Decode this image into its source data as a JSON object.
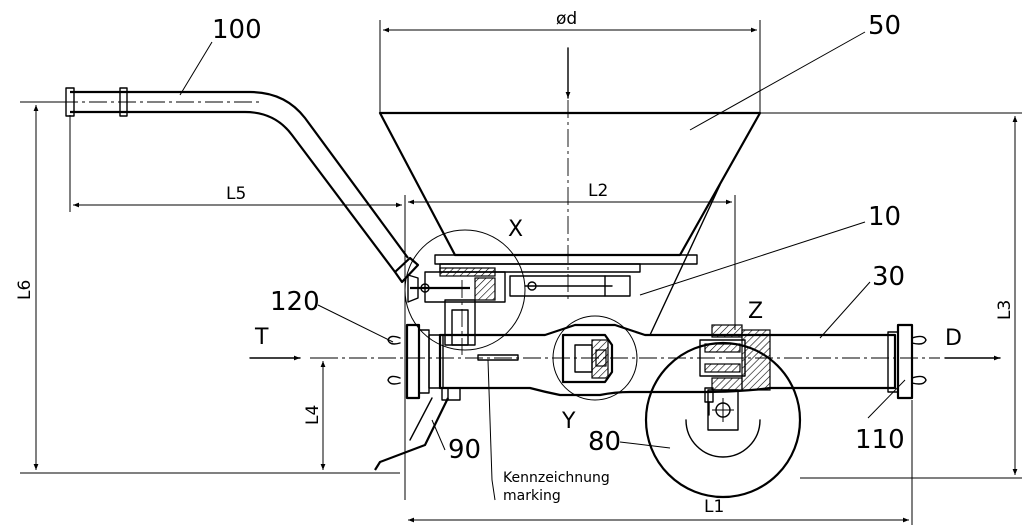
{
  "part_labels": {
    "p100": "100",
    "p50": "50",
    "p10": "10",
    "p30": "30",
    "p120": "120",
    "p110": "110",
    "p90": "90",
    "p80": "80"
  },
  "dimension_labels": {
    "od": "ød",
    "l5": "L5",
    "l2": "L2",
    "l6": "L6",
    "l3": "L3",
    "l4": "L4",
    "l1": "L1"
  },
  "detail_labels": {
    "x": "X",
    "y": "Y",
    "z": "Z"
  },
  "flow_labels": {
    "t": "T",
    "d": "D"
  },
  "marking_note": {
    "line1": "Kennzeichnung",
    "line2": "marking"
  }
}
